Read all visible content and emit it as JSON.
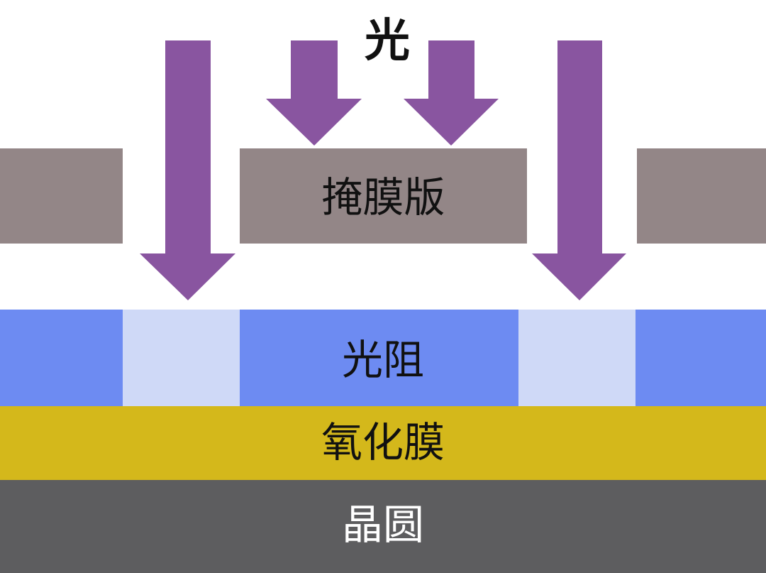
{
  "labels": {
    "light": "光",
    "mask": "掩膜版",
    "photoresist": "光阻",
    "oxide": "氧化膜",
    "wafer": "晶圆"
  },
  "colors": {
    "background": "#ffffff",
    "arrow": "#8955A0",
    "mask": "#938687",
    "photoresist": "#6D8BF2",
    "photoresist_exposed": "#CFD9F7",
    "oxide": "#D4B81B",
    "wafer": "#5D5D5F",
    "text_dark": "#111111",
    "text_light": "#ffffff"
  },
  "icons": {
    "arrow": "down-arrow-icon"
  }
}
